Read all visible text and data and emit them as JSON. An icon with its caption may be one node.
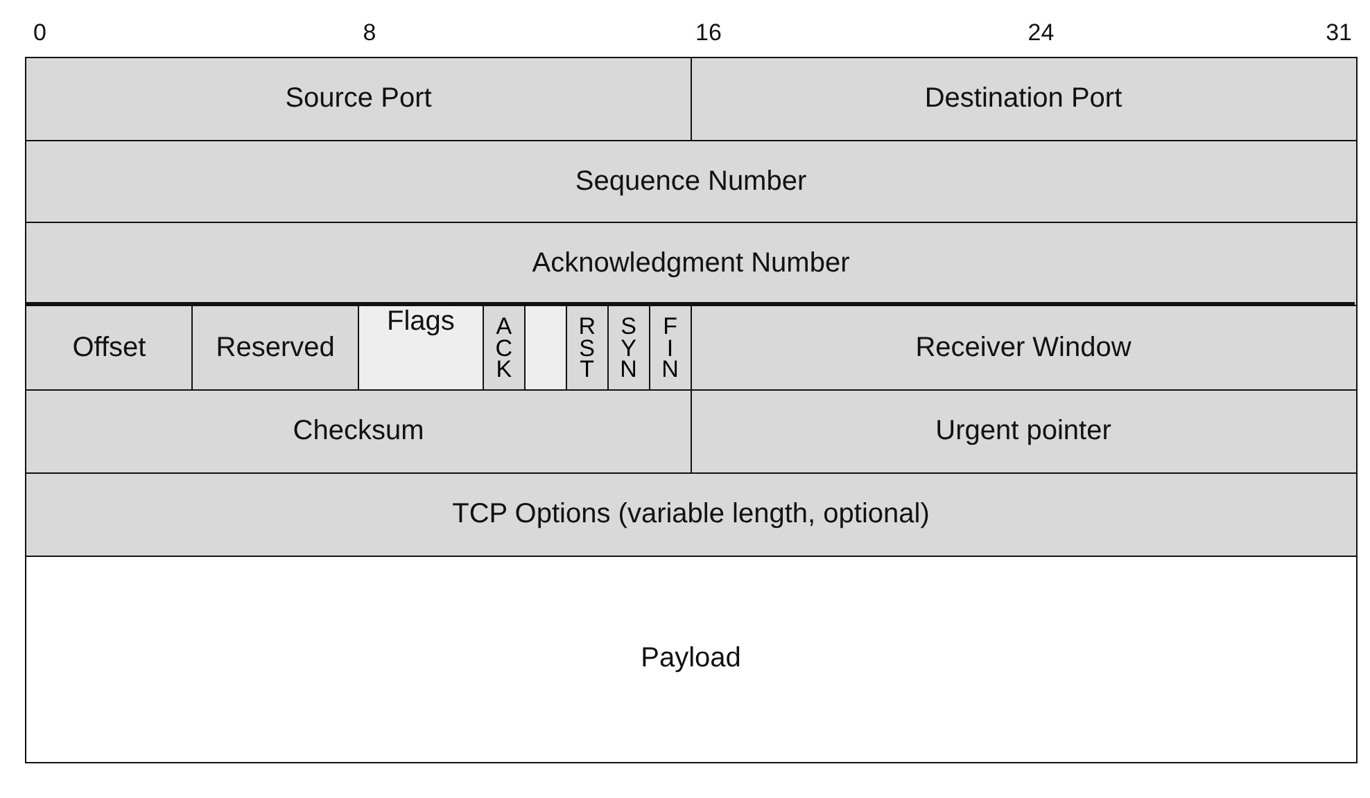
{
  "diagram": {
    "nodes": [
      {
        "text": [
          "Source Port"
        ]
      },
      {
        "text": [
          "Destination Port"
        ]
      },
      {
        "text": [
          "Sequence Number"
        ]
      },
      {
        "text": [
          "Acknowledgment Number"
        ]
      },
      {
        "text": [
          "Offset"
        ]
      },
      {
        "text": [
          "Reserved"
        ]
      },
      {
        "text": [
          "Flags"
        ]
      },
      {
        "text": [
          "ACK"
        ]
      },
      {
        "text": [],
        "shape": "box"
      },
      {
        "text": [
          "RST"
        ]
      },
      {
        "text": [
          "SYN"
        ]
      },
      {
        "text": [
          "FIN"
        ]
      },
      {
        "text": [
          "Receiver Window"
        ]
      },
      {
        "text": [
          "Checksum"
        ]
      },
      {
        "text": [
          "Urgent pointer"
        ]
      },
      {
        "text": [
          "TCP Options (variable length, optional)"
        ]
      },
      {
        "text": [
          "Payload"
        ]
      }
    ],
    "labels": [
      "0",
      "8",
      "16",
      "24",
      "31"
    ]
  }
}
